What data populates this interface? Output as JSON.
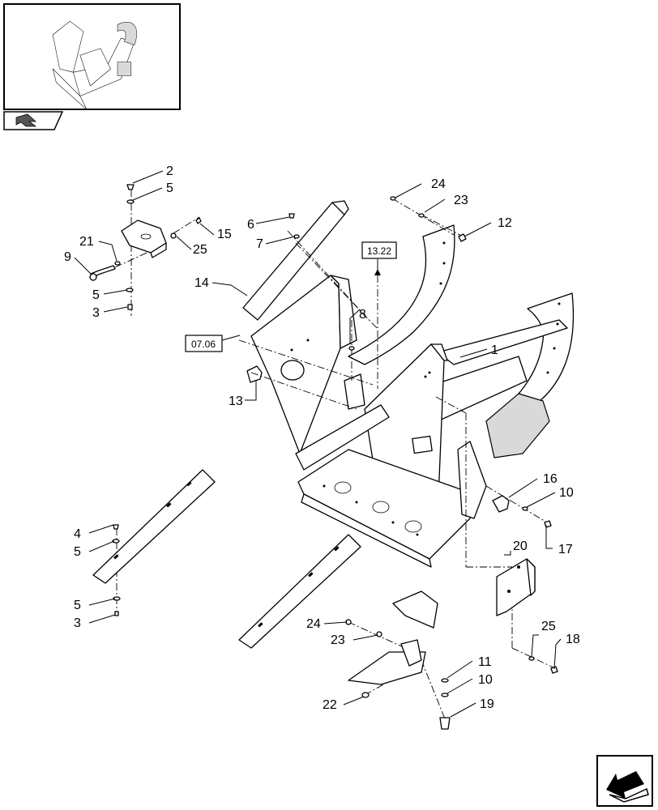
{
  "callouts": [
    {
      "id": "c2",
      "text": "2"
    },
    {
      "id": "c5a",
      "text": "5"
    },
    {
      "id": "c15",
      "text": "15"
    },
    {
      "id": "c25a",
      "text": "25"
    },
    {
      "id": "c21",
      "text": "21"
    },
    {
      "id": "c9",
      "text": "9"
    },
    {
      "id": "c5b",
      "text": "5"
    },
    {
      "id": "c3a",
      "text": "3"
    },
    {
      "id": "c6",
      "text": "6"
    },
    {
      "id": "c7",
      "text": "7"
    },
    {
      "id": "c14",
      "text": "14"
    },
    {
      "id": "c8",
      "text": "8"
    },
    {
      "id": "c13",
      "text": "13"
    },
    {
      "id": "c24a",
      "text": "24"
    },
    {
      "id": "c23a",
      "text": "23"
    },
    {
      "id": "c12",
      "text": "12"
    },
    {
      "id": "c1",
      "text": "1"
    },
    {
      "id": "c16",
      "text": "16"
    },
    {
      "id": "c10a",
      "text": "10"
    },
    {
      "id": "c17",
      "text": "17"
    },
    {
      "id": "c4",
      "text": "4"
    },
    {
      "id": "c5c",
      "text": "5"
    },
    {
      "id": "c5d",
      "text": "5"
    },
    {
      "id": "c3b",
      "text": "3"
    },
    {
      "id": "c20",
      "text": "20"
    },
    {
      "id": "c25b",
      "text": "25"
    },
    {
      "id": "c18",
      "text": "18"
    },
    {
      "id": "c24b",
      "text": "24"
    },
    {
      "id": "c23b",
      "text": "23"
    },
    {
      "id": "c11",
      "text": "11"
    },
    {
      "id": "c10b",
      "text": "10"
    },
    {
      "id": "c22",
      "text": "22"
    },
    {
      "id": "c19",
      "text": "19"
    }
  ],
  "references": {
    "ref_1322": "13.22",
    "ref_0706": "07.06"
  },
  "icons": {
    "thumbnail": "assembly-thumbnail-icon",
    "nav": "navigation-arrow-icon",
    "next": "next-page-arrow-icon"
  }
}
